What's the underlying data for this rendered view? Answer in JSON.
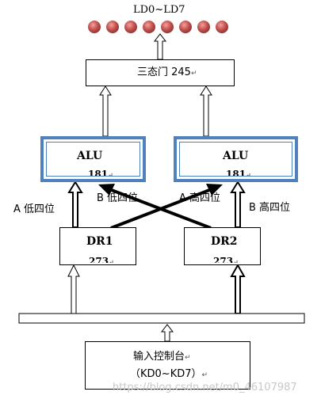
{
  "top_label": "LD0~LD7",
  "tristate_gate": "三态门 245",
  "alu_left": {
    "title": "ALU",
    "sub": "181"
  },
  "alu_right": {
    "title": "ALU",
    "sub": "181"
  },
  "label_a_low": "A 低四位",
  "label_b_low": "B 低四位",
  "label_a_high": "A 高四位",
  "label_b_high": "B 高四位",
  "dr1": {
    "title": "DR1",
    "sub": "273"
  },
  "dr2": {
    "title": "DR2",
    "sub": "273"
  },
  "console": {
    "line1": "输入控制台",
    "line2": "（KD0~KD7）"
  },
  "return_mark": "↵",
  "watermark": "https://blog.csdn.net/m0_46107987",
  "colors": {
    "led": "#c0504d",
    "alu_border": "#4f81bd"
  }
}
